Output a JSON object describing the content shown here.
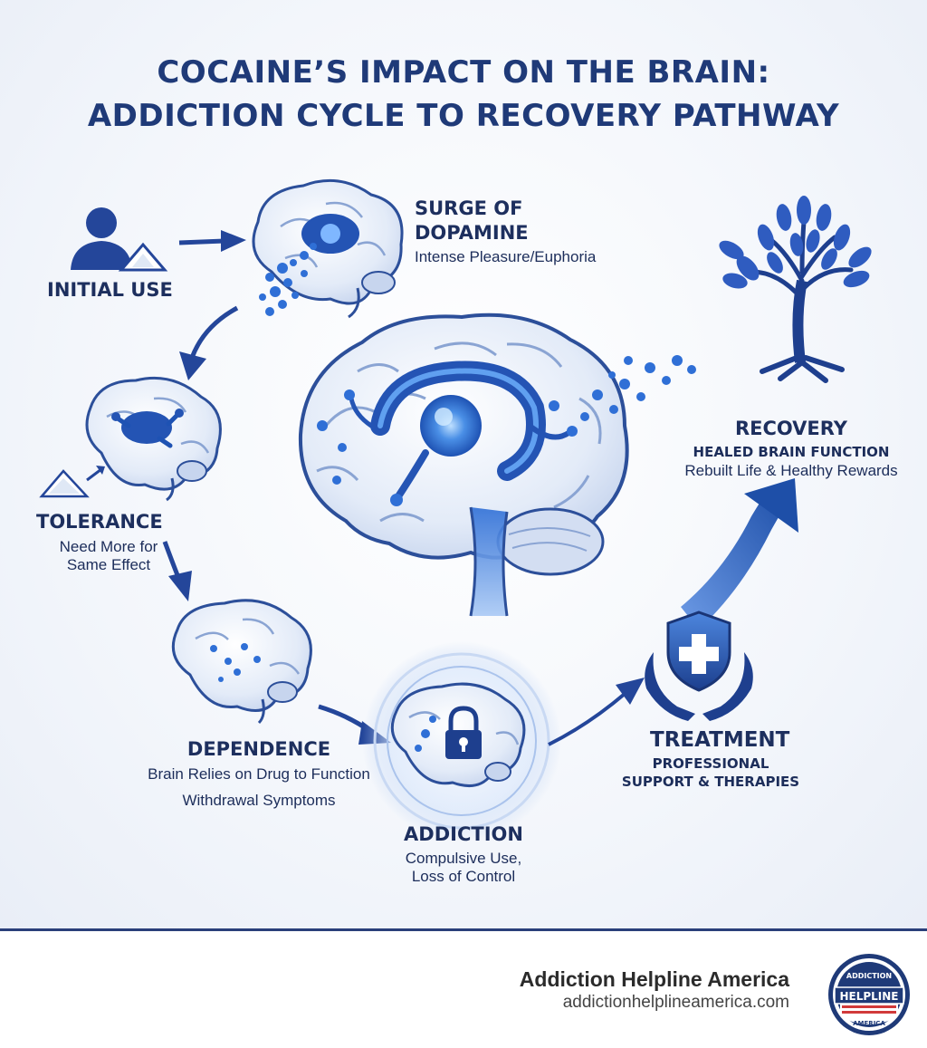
{
  "title": {
    "line1": "COCAINE’S IMPACT ON THE BRAIN:",
    "line2": "ADDICTION CYCLE TO RECOVERY PATHWAY"
  },
  "stages": {
    "initial_use": {
      "title": "INITIAL USE"
    },
    "surge": {
      "title_line1": "SURGE OF",
      "title_line2": "DOPAMINE",
      "desc": "Intense Pleasure/Euphoria"
    },
    "tolerance": {
      "title": "TOLERANCE",
      "desc_line1": "Need More for",
      "desc_line2": "Same Effect"
    },
    "dependence": {
      "title": "DEPENDENCE",
      "desc_line1": "Brain Relies on Drug to Function",
      "desc_line2": "Withdrawal Symptoms"
    },
    "addiction": {
      "title": "ADDICTION",
      "desc_line1": "Compulsive Use,",
      "desc_line2": "Loss of Control"
    },
    "treatment": {
      "title": "TREATMENT",
      "desc_line1": "PROFESSIONAL",
      "desc_line2": "SUPPORT & THERAPIES"
    },
    "recovery": {
      "title": "RECOVERY",
      "desc_line1": "HEALED BRAIN FUNCTION",
      "desc_line2": "Rebuilt Life & Healthy Rewards"
    }
  },
  "icons": [
    "person-icon",
    "powder-pile-icon",
    "brain-icon",
    "padlock-icon",
    "shield-cross-icon",
    "hands-icon",
    "tree-icon",
    "seal-icon"
  ],
  "footer": {
    "brand": "Addiction Helpline America",
    "url": "addictionhelplineamerica.com",
    "seal_top": "ADDICTION",
    "seal_mid": "HELPLINE",
    "seal_bottom": "AMERICA"
  },
  "colors": {
    "primary": "#1f3a78",
    "accent": "#2f6fd6",
    "glow": "#6fb3ff",
    "text": "#1c2d5a"
  }
}
